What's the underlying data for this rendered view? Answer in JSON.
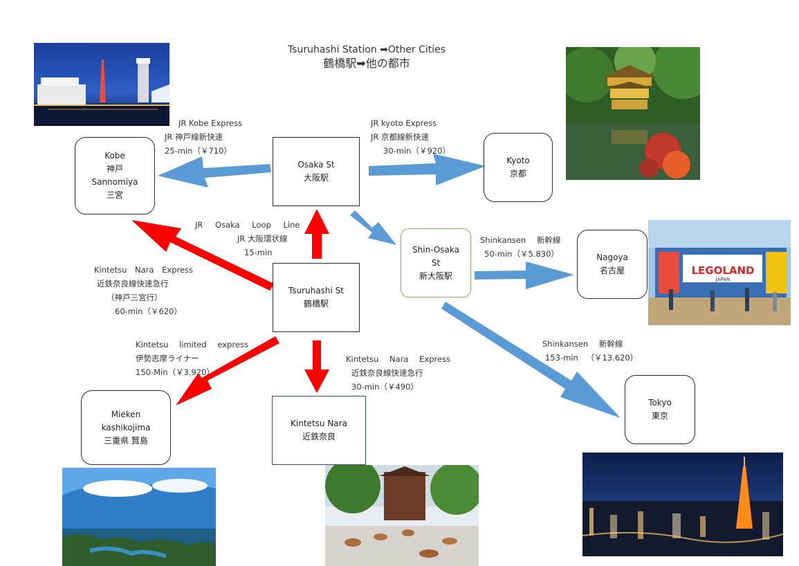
{
  "title": {
    "en": "Tsuruhashi Station ➡Other Cities",
    "jp": "鶴橋駅➡他の都市"
  },
  "nodes": {
    "kobe": [
      "Kobe",
      "神戸",
      "Sannomiya",
      "三宮"
    ],
    "osaka": [
      "Osaka St",
      "大阪駅"
    ],
    "kyoto": [
      "Kyoto",
      "京都"
    ],
    "tsuruhashi": [
      "Tsuruhashi St",
      "鶴橋駅"
    ],
    "shinosaka": [
      "Shin-Osaka",
      "St",
      "新大阪駅"
    ],
    "nagoya": [
      "Nagoya",
      "名古屋"
    ],
    "mieken": [
      "Mieken",
      "kashikojima",
      "三重県 賢島"
    ],
    "nara": [
      "Kintetsu Nara",
      "近鉄奈良"
    ],
    "tokyo": [
      "Tokyo",
      "東京"
    ]
  },
  "routes": {
    "kobe_express": [
      "JR Kobe Express",
      "JR 神戸線新快速",
      "25-min（￥710）"
    ],
    "kyoto_express": [
      "JR kyoto Express",
      "JR 京都線新快速",
      "30-min（￥920）"
    ],
    "loop_line": [
      "JR Osaka Loop Line",
      "JR 大阪環状線",
      "15-min"
    ],
    "nara_express_kobe": [
      "Kintetsu Nara Express",
      "近鉄奈良線快速急行",
      "（神戸三宮行）",
      "60-min（￥620）"
    ],
    "shinkansen_nagoya": [
      "Shinkansen 新幹線",
      "50-min（￥5.830）"
    ],
    "kintetsu_limited": [
      "Kintetsu limited express",
      "伊勢志摩ライナー",
      "150-Min（￥3.920）"
    ],
    "nara_express": [
      "Kintetsu Nara Express",
      "近鉄奈良線快速急行",
      "30-min（￥490）"
    ],
    "shinkansen_tokyo": [
      "Shinkansen 新幹線",
      "153-min （￥13.620）"
    ]
  },
  "photos": {
    "legoland_sign": "LEGOLAND",
    "legoland_sub": "JAPAN"
  },
  "colors": {
    "blue_arrow": "#5b9bd5",
    "red_arrow": "#ff0000",
    "green_border": "#7fb26a"
  }
}
